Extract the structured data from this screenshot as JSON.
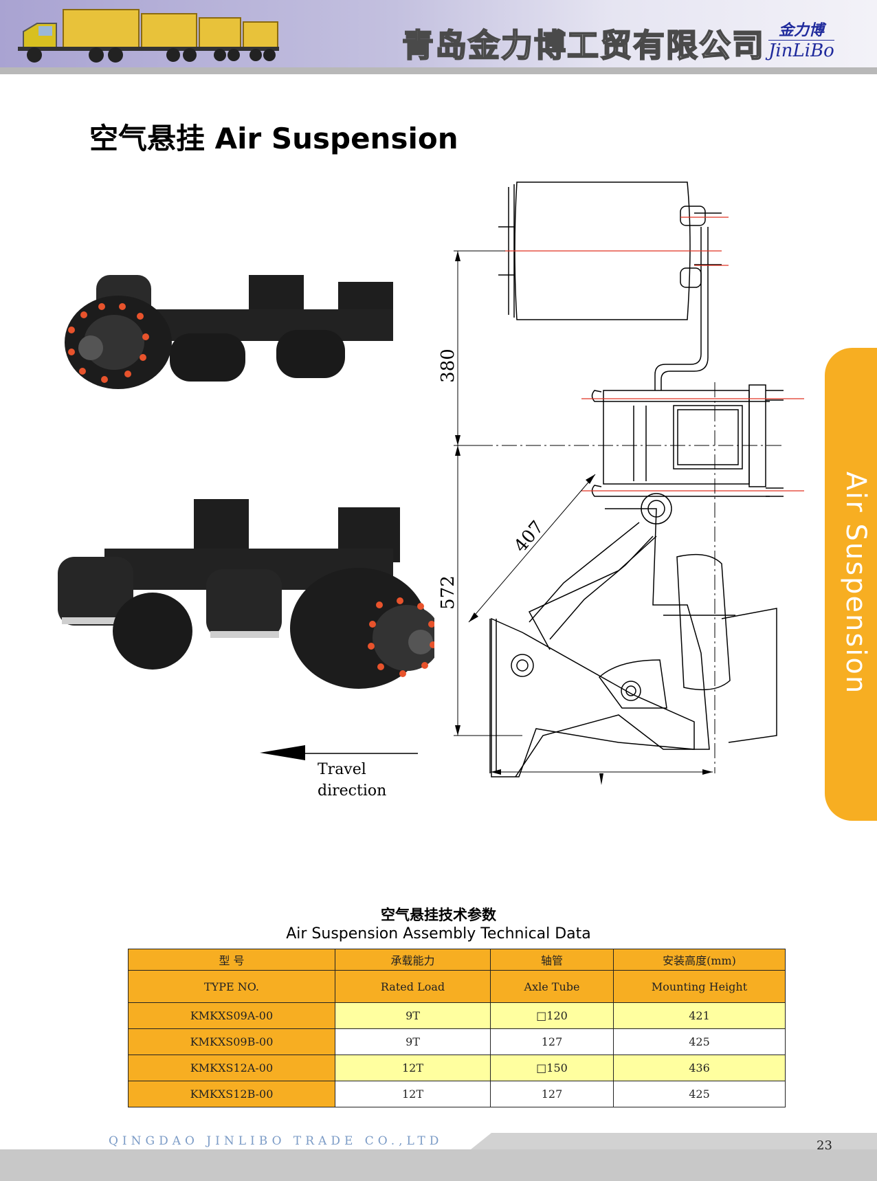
{
  "header": {
    "company_cn": "青岛金力博工贸有限公司",
    "logo_cn": "金力博",
    "logo_en": "JinLiBo"
  },
  "page_title": "空气悬挂 Air Suspension",
  "side_tab": "Air Suspension",
  "drawing": {
    "dim_380": "380",
    "dim_572": "572",
    "dim_407": "407"
  },
  "travel_direction": "Travel\ndirection",
  "table": {
    "title_cn": "空气悬挂技术参数",
    "title_en": "Air Suspension Assembly Technical Data",
    "headers_cn": [
      "型  号",
      "承载能力",
      "轴管",
      "安装高度(mm)"
    ],
    "headers_en": [
      "TYPE NO.",
      "Rated Load",
      "Axle Tube",
      "Mounting Height"
    ],
    "rows": [
      {
        "type": "KMKXS09A-00",
        "load": "9T",
        "tube": "□120",
        "height": "421"
      },
      {
        "type": "KMKXS09B-00",
        "load": "9T",
        "tube": "127",
        "height": "425"
      },
      {
        "type": "KMKXS12A-00",
        "load": "12T",
        "tube": "□150",
        "height": "436"
      },
      {
        "type": "KMKXS12B-00",
        "load": "12T",
        "tube": "127",
        "height": "425"
      }
    ]
  },
  "footer": {
    "company_en": "QINGDAO JINLIBO TRADE CO.,LTD",
    "page_number": "23"
  },
  "colors": {
    "accent_orange": "#f7ae22",
    "row_yellow": "#ffff9f",
    "header_purple": "#a9a3d2",
    "drawing_red": "#e03020"
  }
}
